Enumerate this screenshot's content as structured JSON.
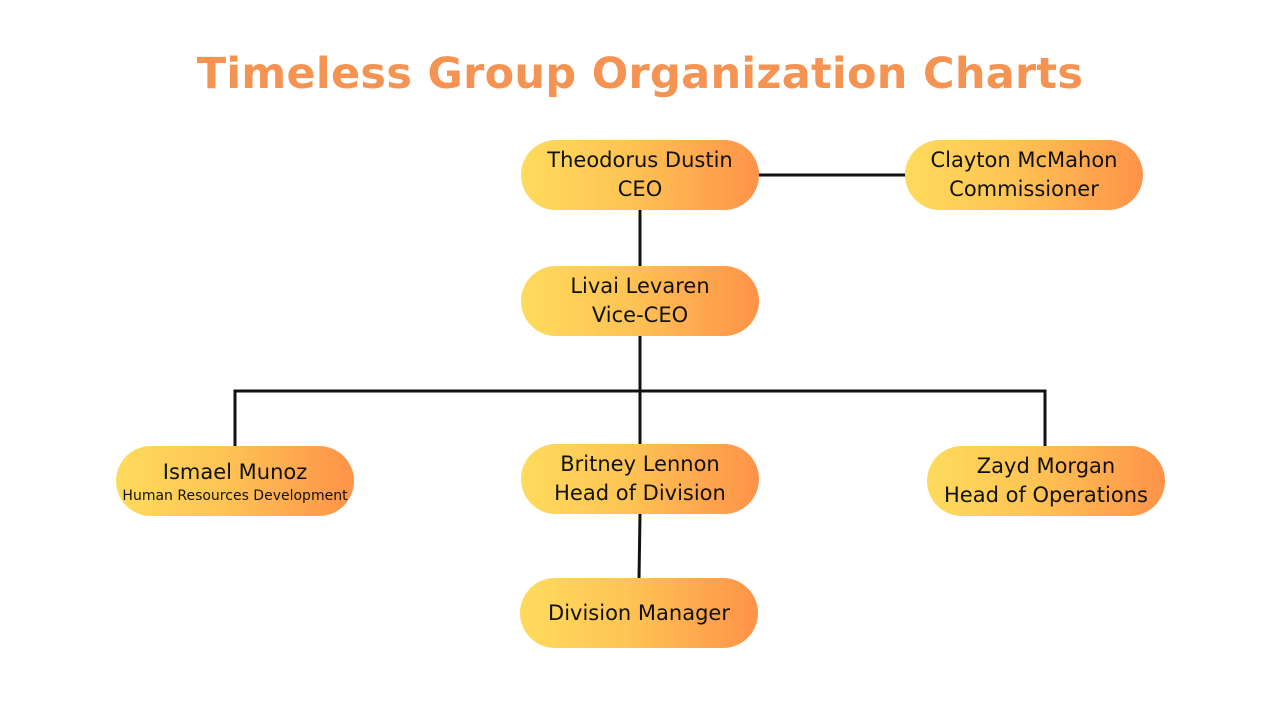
{
  "title": "Timeless Group Organization Charts",
  "colors": {
    "title": "#f59352",
    "node_gradient_start": "#fedb5c",
    "node_gradient_end": "#fe9249",
    "connector": "#111111",
    "background": "#ffffff"
  },
  "nodes": {
    "ceo": {
      "name": "Theodorus Dustin",
      "role": "CEO"
    },
    "commissioner": {
      "name": "Clayton McMahon",
      "role": "Commissioner"
    },
    "vice_ceo": {
      "name": "Livai Levaren",
      "role": "Vice-CEO"
    },
    "hr": {
      "name": "Ismael Munoz",
      "role": "Human Resources Development"
    },
    "division_head": {
      "name": "Britney Lennon",
      "role": "Head of Division"
    },
    "operations": {
      "name": "Zayd Morgan",
      "role": "Head of Operations"
    },
    "division_manager": {
      "role": "Division Manager"
    }
  }
}
